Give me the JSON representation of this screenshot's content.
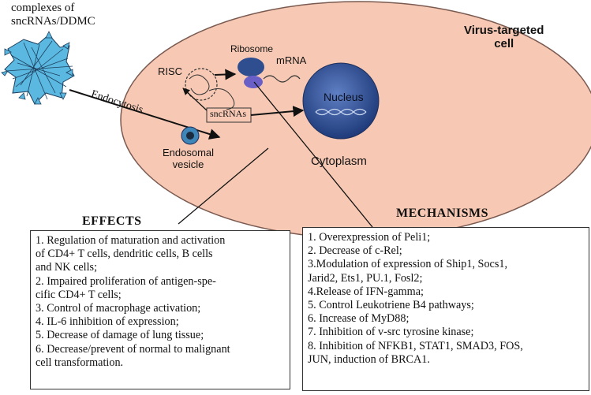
{
  "labels": {
    "complexes": "complexes of\nsncRNAs/DDMC",
    "endocytosis": "Endocytosis",
    "endosomal": "Endosomal\nvesicle",
    "risc": "RISC",
    "ribosome": "Ribosome",
    "mrna": "mRNA",
    "sncrnas": "sncRNAs",
    "nucleus": "Nucleus",
    "cytoplasm": "Cytoplasm",
    "cell": "Virus-targeted\ncell"
  },
  "effects": {
    "heading": "EFFECTS",
    "lines": [
      "1. Regulation of maturation and activation",
      "of CD4+ T cells, dendritic cells, B cells",
      "and NK cells;",
      "2. Impaired proliferation of antigen-spe-",
      "cific CD4+ T cells;",
      "3. Control of macrophage activation;",
      "4. IL-6 inhibition of expression;",
      "5. Decrease of damage of lung tissue;",
      "6. Decrease/prevent of normal to malignant",
      "cell transformation."
    ]
  },
  "mechanisms": {
    "heading": "MECHANISMS",
    "lines": [
      "1. Overexpression of Peli1;",
      "2. Decrease of c-Rel;",
      "3.Modulation of expression of Ship1, Socs1,",
      "Jarid2, Ets1, PU.1, Fosl2;",
      "4.Release of IFN-gamma;",
      "5. Control Leukotriene B4 pathways;",
      "6. Increase of MyD88;",
      "7. Inhibition of v-src tyrosine kinase;",
      "8. Inhibition of NFKB1, STAT1, SMAD3, FOS,",
      "JUN, induction of BRCA1."
    ]
  },
  "colors": {
    "cell_fill": "#f7c9b4",
    "cell_stroke": "#7a5a50",
    "nucleus_fill": "#2b4a8c",
    "ribosome_large": "#2e4e8f",
    "ribosome_small": "#6a5fc7",
    "complex_fill": "#5bb8e0"
  }
}
